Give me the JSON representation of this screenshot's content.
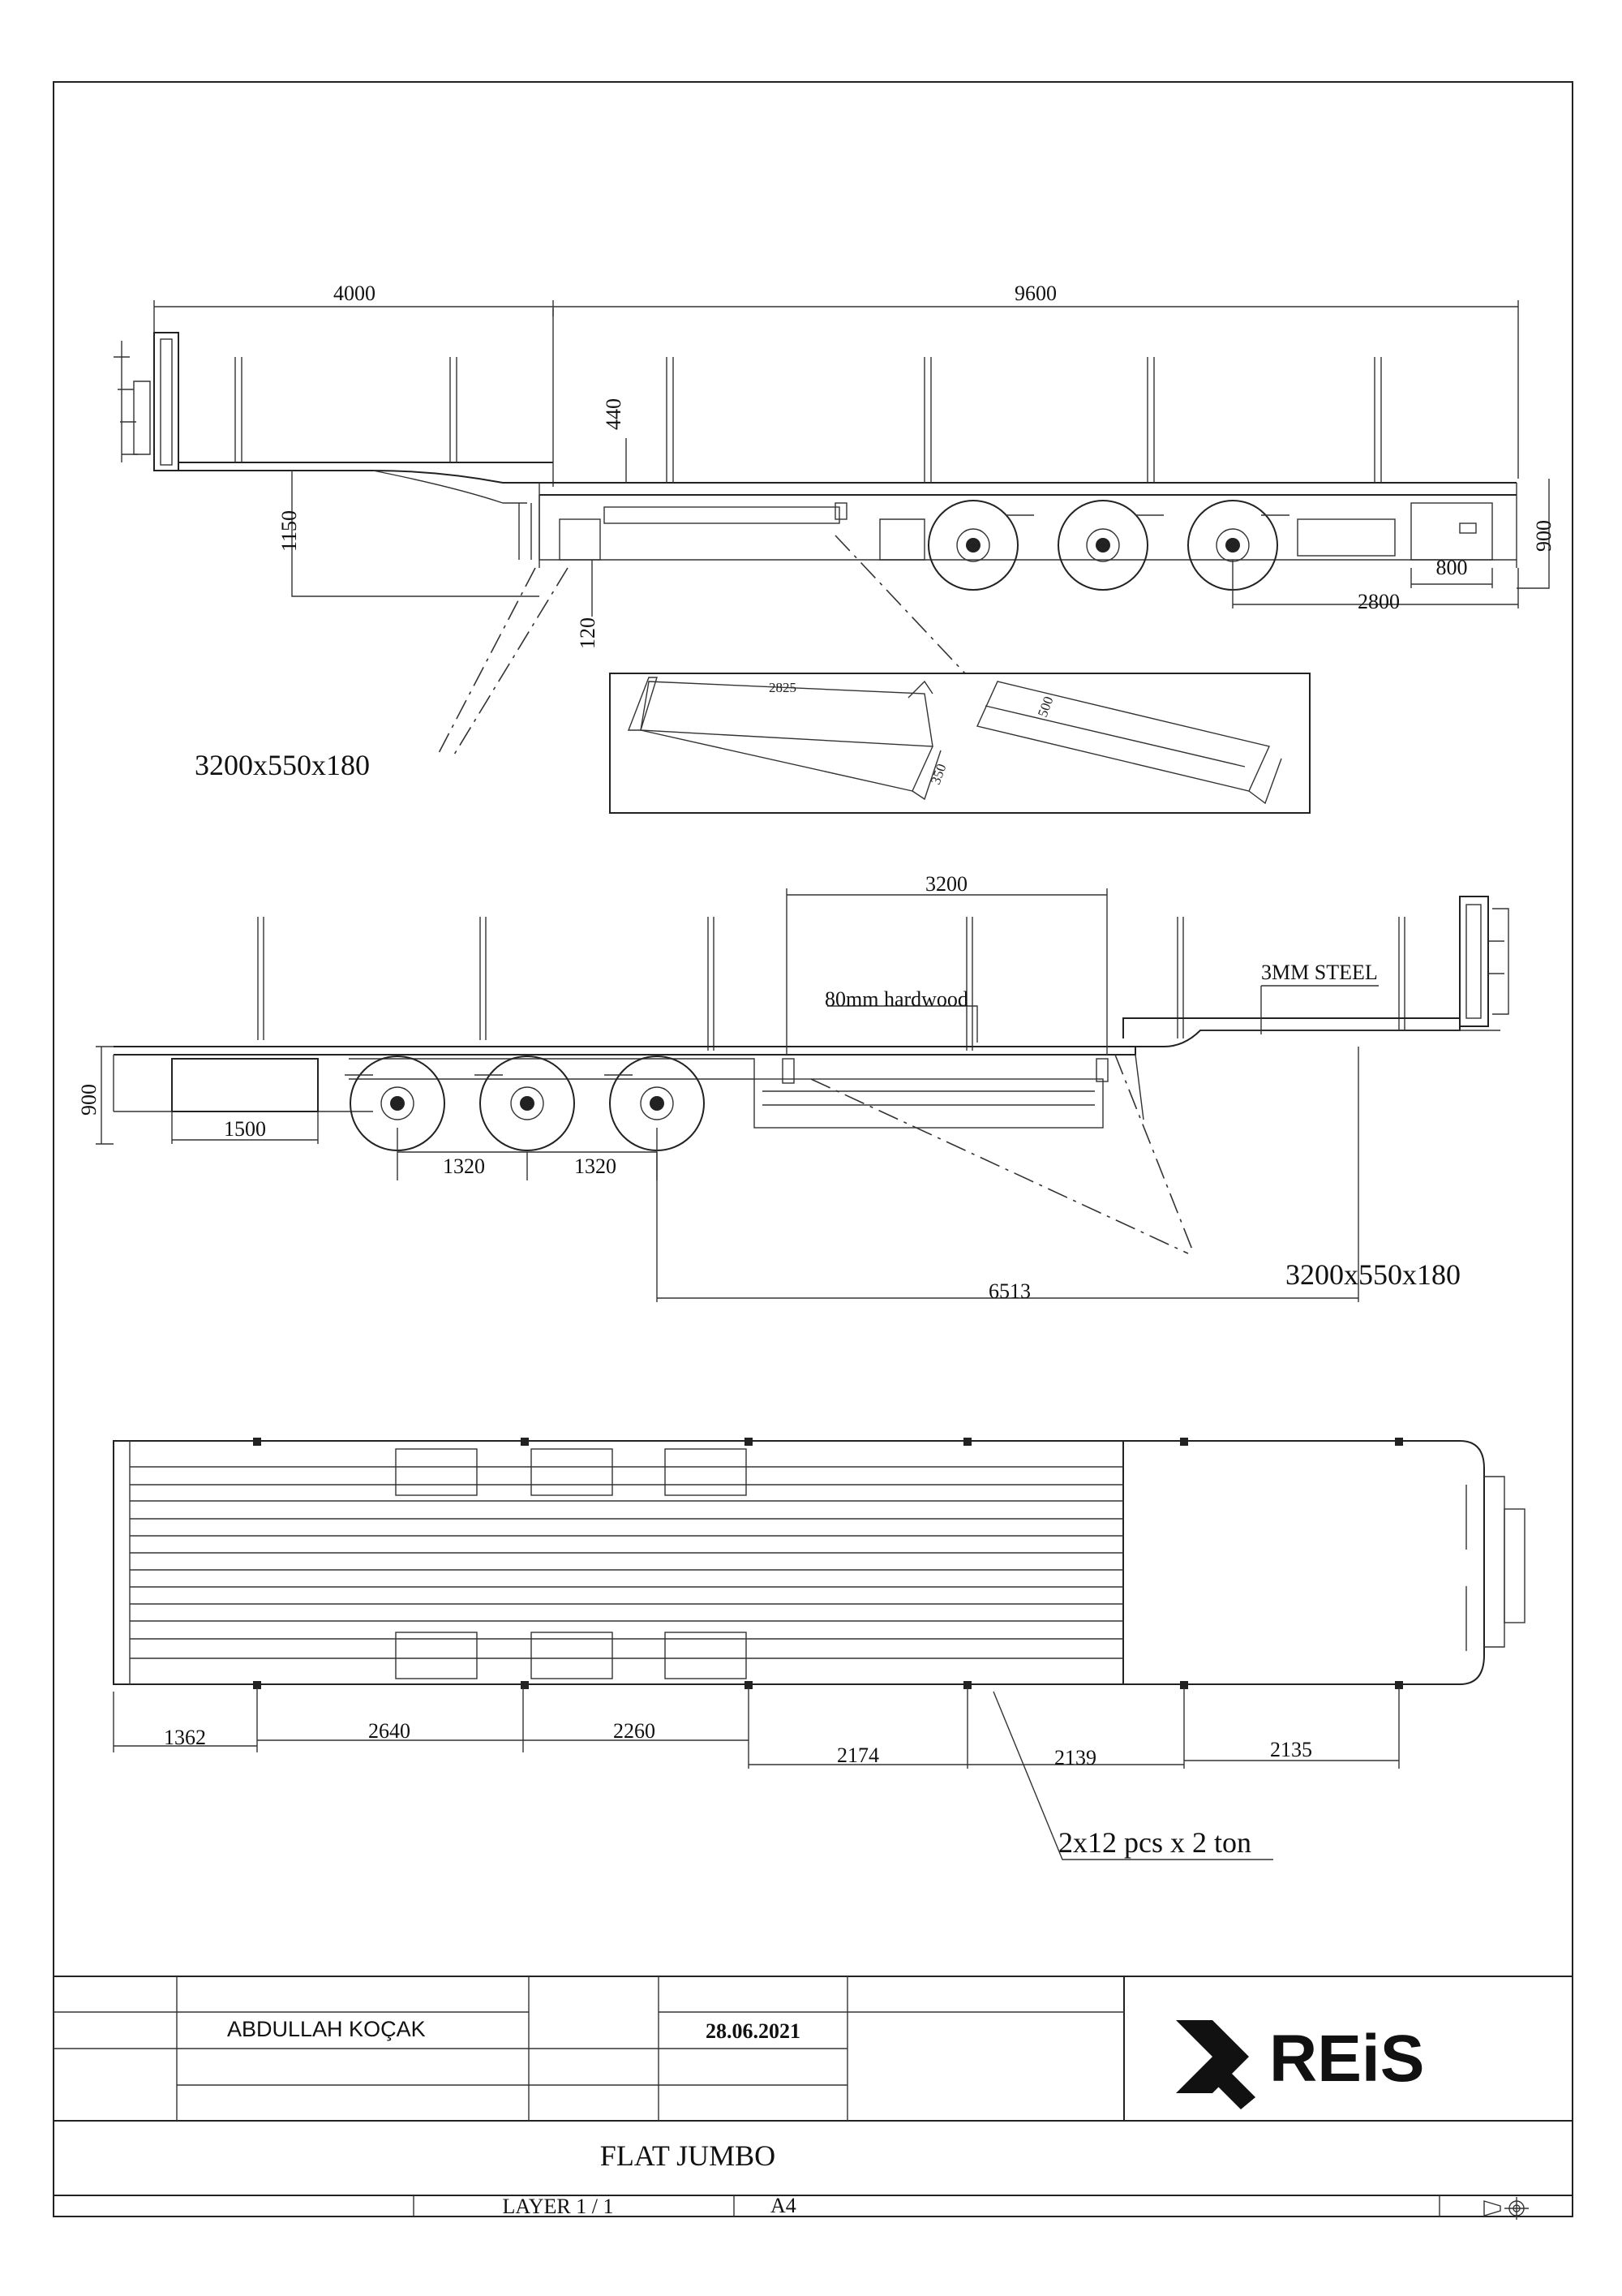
{
  "side_view_top": {
    "dims": {
      "gooseneck_length": "4000",
      "deck_length": "9600",
      "neck_drop": "440",
      "kingpin_height": "1150",
      "ground_clearance": "120",
      "chassis_height": "900",
      "rear_box_width": "800",
      "rear_overhang": "2800"
    },
    "callout": "3200x550x180"
  },
  "ramp_detail": {
    "length": "2825",
    "height": "350",
    "depth": "500"
  },
  "side_view_bottom": {
    "dims": {
      "ramp_length": "3200",
      "chassis_height": "900",
      "toolbox": "1500",
      "axle_spacing_1": "1320",
      "axle_spacing_2": "1320",
      "ramp_reach": "6513"
    },
    "labels": {
      "hardwood": "80mm  hardwood",
      "steel": "3MM STEEL"
    },
    "callout": "3200x550x180"
  },
  "plan_view": {
    "dims": [
      "1362",
      "2640",
      "2260",
      "2174",
      "2139",
      "2135"
    ],
    "lashing_note": "2x12 pcs x 2 ton"
  },
  "title_block": {
    "drawn_by": "ABDULLAH KOÇAK",
    "date": "28.06.2021",
    "logo_text": "REiS",
    "title": "FLAT JUMBO",
    "layer": "LAYER 1 / 1",
    "sheet_size": "A4"
  },
  "colors": {
    "line": "#222222",
    "background": "#ffffff"
  }
}
